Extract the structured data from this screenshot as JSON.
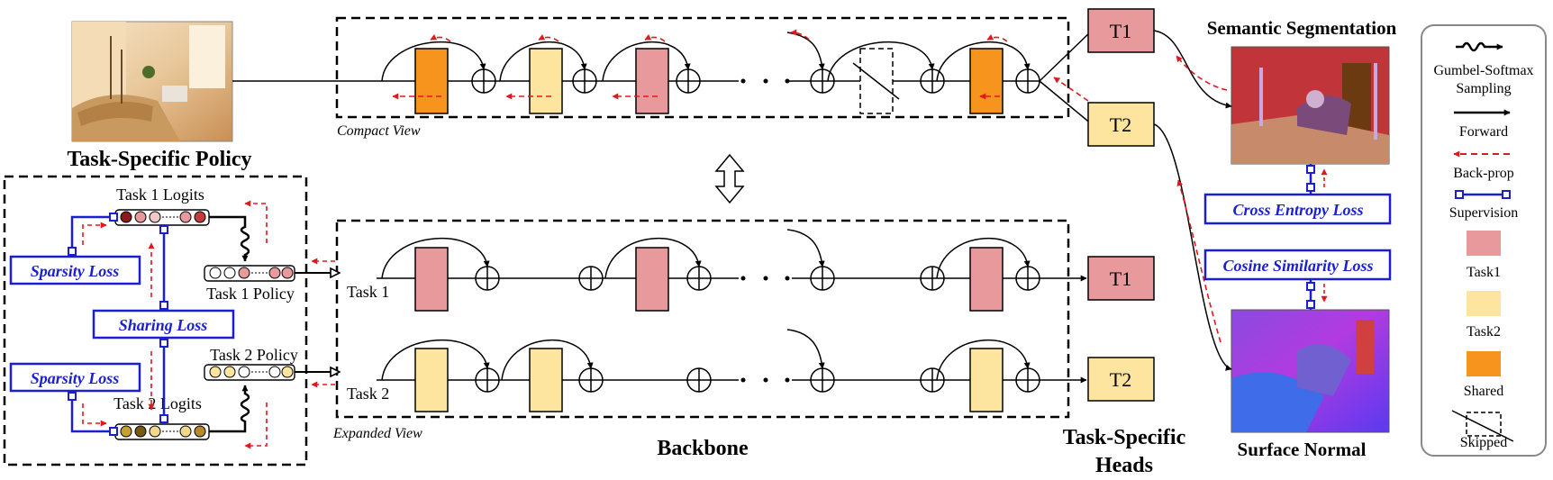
{
  "policy": {
    "title": "Task-Specific Policy",
    "task1_logits": "Task 1 Logits",
    "task2_logits": "Task 2 Logits",
    "task1_policy": "Task 1 Policy",
    "task2_policy": "Task 2 Policy",
    "sparsity_loss": "Sparsity Loss",
    "sharing_loss": "Sharing Loss"
  },
  "backbone": {
    "title": "Backbone",
    "compact_view": "Compact View",
    "expanded_view": "Expanded View",
    "task1_label": "Task 1",
    "task2_label": "Task 2",
    "dots": ". ."
  },
  "heads": {
    "title_line1": "Task-Specific",
    "title_line2": "Heads",
    "t1": "T1",
    "t2": "T2"
  },
  "outputs": {
    "semantic_title": "Semantic Segmentation",
    "surface_title": "Surface Normal",
    "cross_entropy_loss": "Cross Entropy Loss",
    "cosine_similarity_loss": "Cosine Similarity Loss"
  },
  "legend": {
    "gumbel_line1": "Gumbel-Softmax",
    "gumbel_line2": "Sampling",
    "forward": "Forward",
    "backprop": "Back-prop",
    "supervision": "Supervision",
    "task1": "Task1",
    "task2": "Task2",
    "shared": "Shared",
    "skipped": "Skipped"
  },
  "colors": {
    "task1": "#e8999b",
    "task2": "#fde5a0",
    "shared": "#f7941d",
    "blue": "#1a1fd1",
    "red": "#e0191f"
  }
}
